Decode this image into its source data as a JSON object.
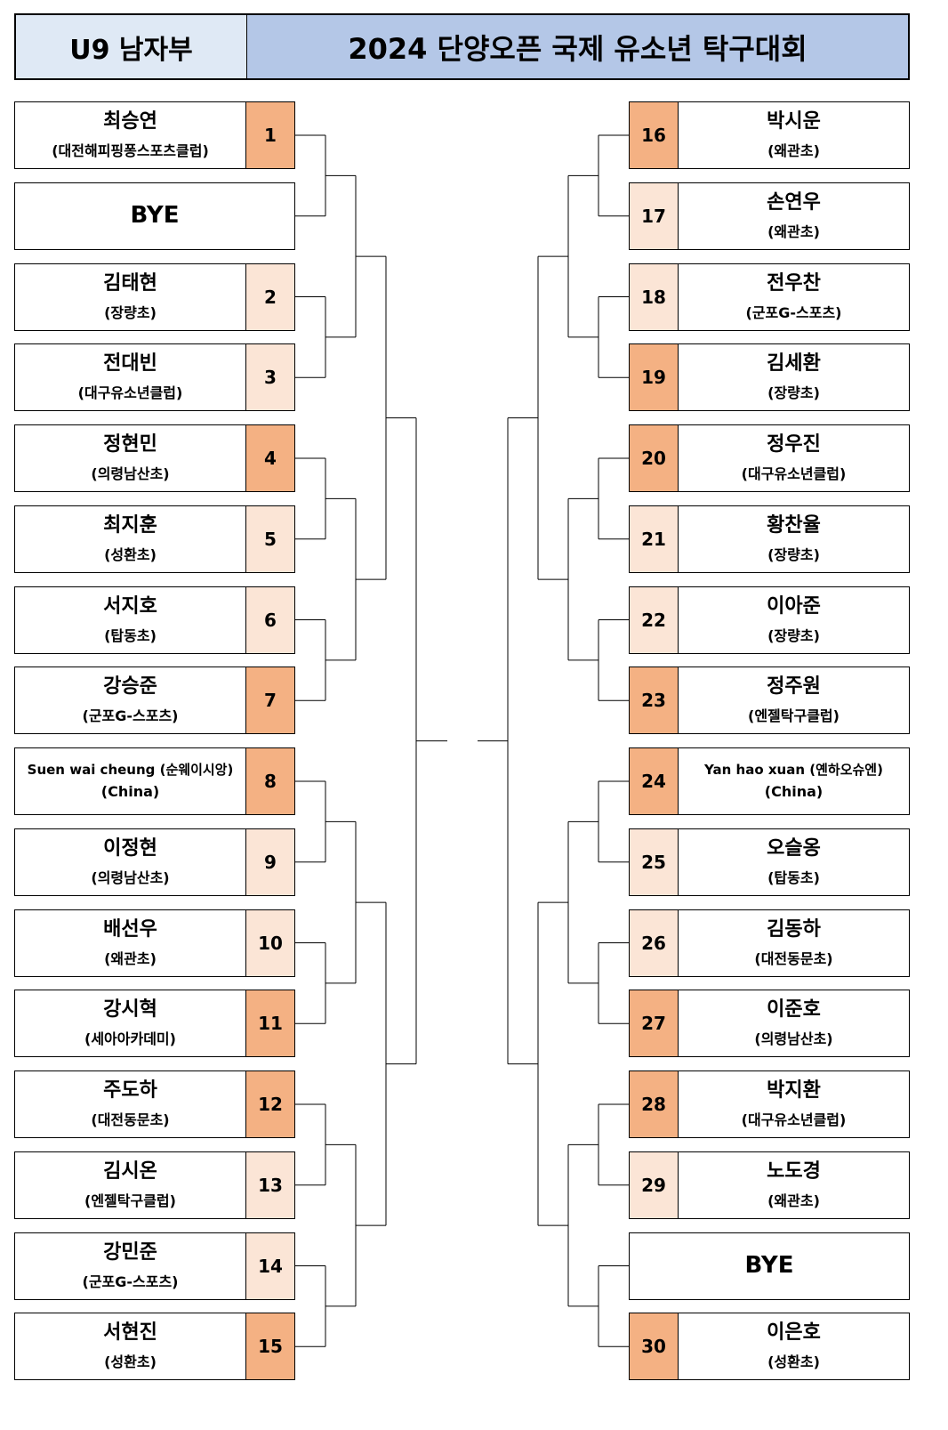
{
  "header": {
    "category": "U9 남자부",
    "title": "2024 단양오픈 국제 유소년 탁구대회"
  },
  "colors": {
    "seed_dark": "#f4b183",
    "seed_light": "#fbe5d6",
    "header_title_bg": "#b4c7e7",
    "header_cat_bg": "#dfe9f5"
  },
  "left": [
    {
      "seed": "1",
      "name": "최승연",
      "club": "(대전해피핑퐁스포츠클럽)",
      "shade": "dark"
    },
    {
      "seed": "",
      "name": "BYE",
      "club": "",
      "shade": "none"
    },
    {
      "seed": "2",
      "name": "김태현",
      "club": "(장량초)",
      "shade": "light"
    },
    {
      "seed": "3",
      "name": "전대빈",
      "club": "(대구유소년클럽)",
      "shade": "light"
    },
    {
      "seed": "4",
      "name": "정현민",
      "club": "(의령남산초)",
      "shade": "dark"
    },
    {
      "seed": "5",
      "name": "최지훈",
      "club": "(성환초)",
      "shade": "light"
    },
    {
      "seed": "6",
      "name": "서지호",
      "club": "(탑동초)",
      "shade": "light"
    },
    {
      "seed": "7",
      "name": "강승준",
      "club": "(군포G-스포츠)",
      "shade": "dark"
    },
    {
      "seed": "8",
      "name": "Suen wai cheung (순웨이시앙)",
      "club": "(China)",
      "shade": "dark"
    },
    {
      "seed": "9",
      "name": "이정현",
      "club": "(의령남산초)",
      "shade": "light"
    },
    {
      "seed": "10",
      "name": "배선우",
      "club": "(왜관초)",
      "shade": "light"
    },
    {
      "seed": "11",
      "name": "강시혁",
      "club": "(세아아카데미)",
      "shade": "dark"
    },
    {
      "seed": "12",
      "name": "주도하",
      "club": "(대전동문초)",
      "shade": "dark"
    },
    {
      "seed": "13",
      "name": "김시온",
      "club": "(엔젤탁구클럽)",
      "shade": "light"
    },
    {
      "seed": "14",
      "name": "강민준",
      "club": "(군포G-스포츠)",
      "shade": "light"
    },
    {
      "seed": "15",
      "name": "서현진",
      "club": "(성환초)",
      "shade": "dark"
    }
  ],
  "right": [
    {
      "seed": "16",
      "name": "박시운",
      "club": "(왜관초)",
      "shade": "dark"
    },
    {
      "seed": "17",
      "name": "손연우",
      "club": "(왜관초)",
      "shade": "light"
    },
    {
      "seed": "18",
      "name": "전우찬",
      "club": "(군포G-스포츠)",
      "shade": "light"
    },
    {
      "seed": "19",
      "name": "김세환",
      "club": "(장량초)",
      "shade": "dark"
    },
    {
      "seed": "20",
      "name": "정우진",
      "club": "(대구유소년클럽)",
      "shade": "dark"
    },
    {
      "seed": "21",
      "name": "황찬율",
      "club": "(장량초)",
      "shade": "light"
    },
    {
      "seed": "22",
      "name": "이아준",
      "club": "(장량초)",
      "shade": "light"
    },
    {
      "seed": "23",
      "name": "정주원",
      "club": "(엔젤탁구클럽)",
      "shade": "dark"
    },
    {
      "seed": "24",
      "name": "Yan hao xuan (옌하오슈엔)",
      "club": "(China)",
      "shade": "dark"
    },
    {
      "seed": "25",
      "name": "오슬옹",
      "club": "(탑동초)",
      "shade": "light"
    },
    {
      "seed": "26",
      "name": "김동하",
      "club": "(대전동문초)",
      "shade": "light"
    },
    {
      "seed": "27",
      "name": "이준호",
      "club": "(의령남산초)",
      "shade": "dark"
    },
    {
      "seed": "28",
      "name": "박지환",
      "club": "(대구유소년클럽)",
      "shade": "dark"
    },
    {
      "seed": "29",
      "name": "노도경",
      "club": "(왜관초)",
      "shade": "light"
    },
    {
      "seed": "",
      "name": "BYE",
      "club": "",
      "shade": "none"
    },
    {
      "seed": "30",
      "name": "이은호",
      "club": "(성환초)",
      "shade": "dark"
    }
  ]
}
